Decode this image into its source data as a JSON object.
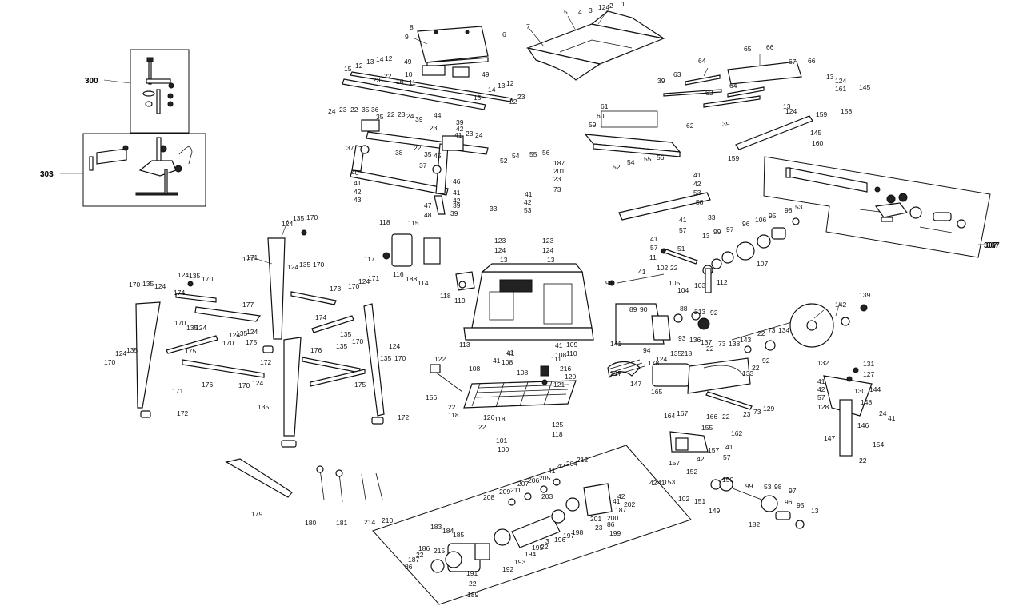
{
  "diagram": {
    "callouts": {
      "c300": "300",
      "c303": "303",
      "c307": "307"
    },
    "labels": [
      "1",
      "2",
      "124",
      "3",
      "4",
      "5",
      "6",
      "7",
      "8",
      "9",
      "10",
      "11",
      "49",
      "49",
      "15",
      "12",
      "13",
      "14",
      "12",
      "22",
      "23",
      "16",
      "15",
      "14",
      "13",
      "12",
      "23",
      "22",
      "24",
      "23",
      "22",
      "35",
      "36",
      "35",
      "22",
      "23",
      "24",
      "39",
      "37",
      "38",
      "40",
      "41",
      "42",
      "43",
      "44",
      "39",
      "42",
      "41",
      "23",
      "24",
      "23",
      "35",
      "45",
      "22",
      "37",
      "46",
      "41",
      "42",
      "39",
      "47",
      "48",
      "39",
      "55",
      "56",
      "54",
      "52",
      "41",
      "42",
      "53",
      "33",
      "187",
      "201",
      "23",
      "73",
      "52",
      "54",
      "55",
      "56",
      "41",
      "42",
      "53",
      "58",
      "33",
      "41",
      "57",
      "41",
      "57",
      "51",
      "61",
      "60",
      "59",
      "62",
      "63",
      "64",
      "39",
      "63",
      "64",
      "39",
      "65",
      "66",
      "67",
      "66",
      "13",
      "124",
      "145",
      "158",
      "161",
      "13",
      "124",
      "159",
      "145",
      "160",
      "159",
      "300",
      "303",
      "307",
      "124",
      "135",
      "170",
      "171",
      "124",
      "135",
      "170",
      "170",
      "135",
      "124",
      "174",
      "124",
      "135",
      "170",
      "173",
      "177",
      "170",
      "135",
      "124",
      "170",
      "124",
      "135",
      "175",
      "174",
      "135",
      "170",
      "176",
      "124",
      "175",
      "135",
      "124",
      "170",
      "171",
      "171",
      "124",
      "135",
      "170",
      "170",
      "124",
      "135",
      "175",
      "172",
      "170",
      "124",
      "135",
      "171",
      "176",
      "172",
      "172",
      "118",
      "115",
      "117",
      "116",
      "188",
      "114",
      "123",
      "124",
      "13",
      "123",
      "124",
      "13",
      "118",
      "119",
      "113",
      "41",
      "108",
      "41",
      "108",
      "41",
      "108",
      "41",
      "108",
      "109",
      "110",
      "111",
      "216",
      "120",
      "121",
      "122",
      "156",
      "22",
      "118",
      "126",
      "22",
      "118",
      "125",
      "118",
      "101",
      "100",
      "13",
      "99",
      "97",
      "96",
      "95",
      "98",
      "53",
      "106",
      "107",
      "11",
      "41",
      "102",
      "22",
      "105",
      "104",
      "103",
      "112",
      "91",
      "89",
      "90",
      "88",
      "213",
      "92",
      "93",
      "94",
      "141",
      "142",
      "139",
      "22",
      "73",
      "134",
      "124",
      "135",
      "218",
      "136",
      "137",
      "22",
      "73",
      "138",
      "143",
      "92",
      "22",
      "133",
      "178",
      "217",
      "147",
      "165",
      "164",
      "167",
      "166",
      "22",
      "23",
      "73",
      "129",
      "132",
      "131",
      "127",
      "41",
      "42",
      "57",
      "128",
      "130",
      "144",
      "148",
      "147",
      "146",
      "154",
      "22",
      "24",
      "41",
      "155",
      "162",
      "157",
      "41",
      "42",
      "157",
      "57",
      "42",
      "41",
      "153",
      "152",
      "102",
      "151",
      "150",
      "149",
      "99",
      "53",
      "98",
      "97",
      "96",
      "95",
      "13",
      "182",
      "179",
      "180",
      "181",
      "214",
      "210",
      "209",
      "211",
      "208",
      "207",
      "206",
      "205",
      "41",
      "42",
      "204",
      "212",
      "203",
      "42",
      "41",
      "202",
      "187",
      "200",
      "201",
      "86",
      "23",
      "199",
      "198",
      "197",
      "196",
      "3",
      "22",
      "195",
      "194",
      "193",
      "192",
      "183",
      "184",
      "185",
      "215",
      "186",
      "22",
      "187",
      "86",
      "191",
      "22",
      "189"
    ]
  }
}
